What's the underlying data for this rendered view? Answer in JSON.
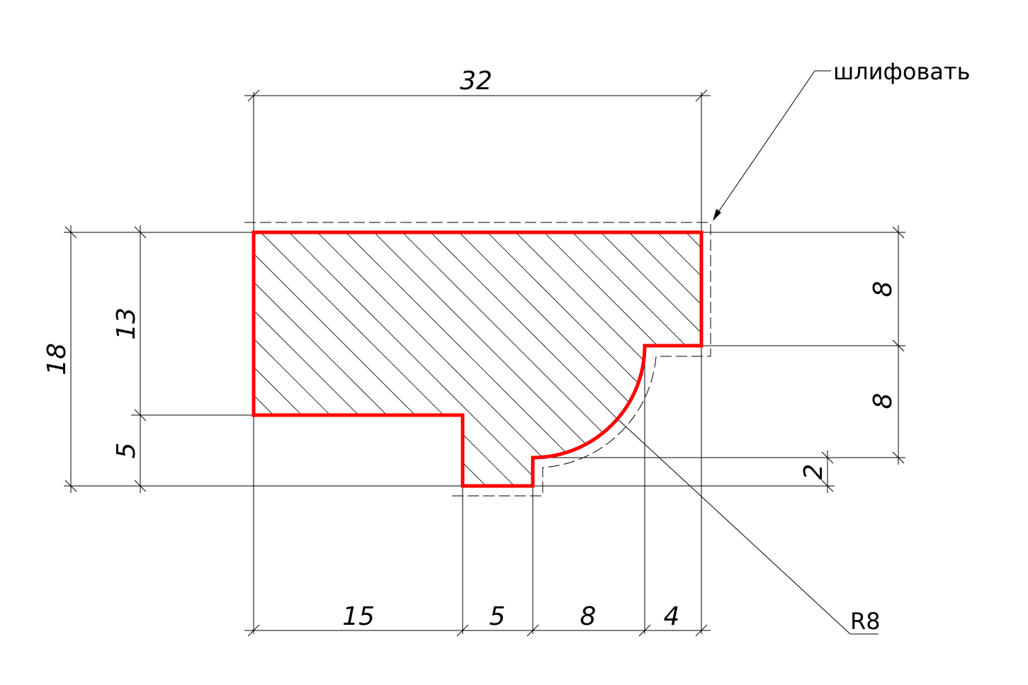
{
  "dimensions": {
    "overall_width": "32",
    "overall_height": "18",
    "left_height_upper": "13",
    "left_height_lower": "5",
    "right_height_upper": "8",
    "right_height_lower": "8",
    "step_height": "2",
    "bottom_segment_1": "15",
    "bottom_segment_2": "5",
    "bottom_segment_3": "8",
    "bottom_segment_4": "4",
    "radius": "R8"
  },
  "note": "шлифовать",
  "colors": {
    "profile_outline": "#ff0000",
    "lines": "#000000"
  }
}
